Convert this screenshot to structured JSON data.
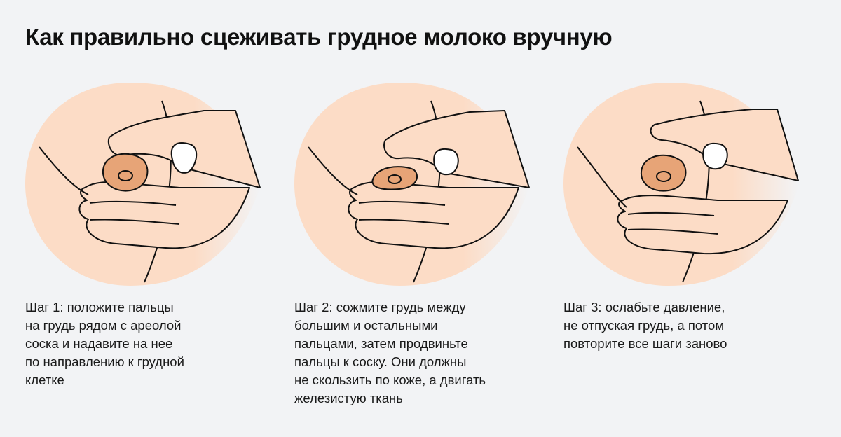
{
  "title": "Как правильно сцеживать грудное молоко вручную",
  "steps": [
    {
      "lines": [
        "Шаг 1: положите пальцы",
        "на грудь рядом с ареолой",
        "соска и надавите на нее",
        "по направлению к грудной",
        "клетке"
      ]
    },
    {
      "lines": [
        "Шаг 2: сожмите грудь между",
        "большим и остальными",
        "пальцами, затем продвиньте",
        "пальцы к соску. Они должны",
        "не скользить по коже, а двигать",
        "железистую ткань"
      ]
    },
    {
      "lines": [
        "Шаг 3: ослабьте давление,",
        "не отпуская грудь, а потом",
        "повторите все шаги заново"
      ]
    }
  ],
  "colors": {
    "background": "#f2f3f5",
    "skin": "#fcdcc6",
    "areola": "#e7a477",
    "outline": "#111111"
  }
}
